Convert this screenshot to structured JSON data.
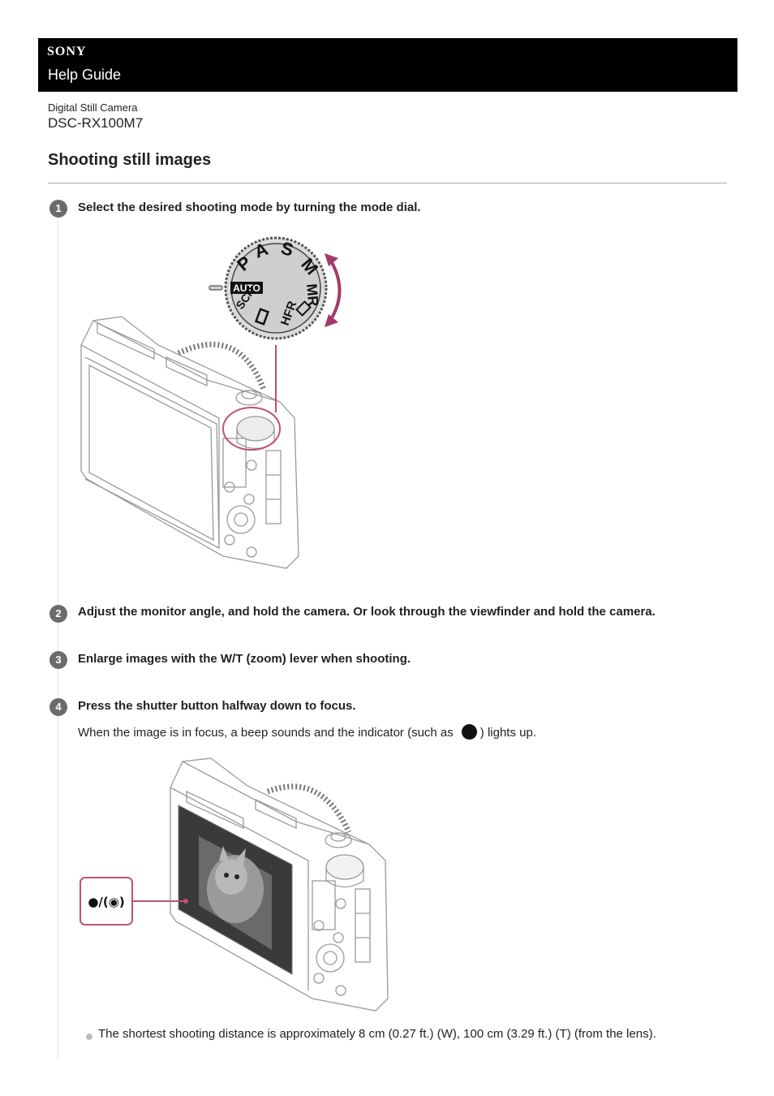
{
  "header": {
    "brand": "SONY",
    "guide": "Help Guide"
  },
  "product": {
    "category": "Digital Still Camera",
    "model": "DSC-RX100M7"
  },
  "page": {
    "title": "Shooting still images"
  },
  "steps": [
    {
      "num": "1",
      "text": "Select the desired shooting mode by turning the mode dial."
    },
    {
      "num": "2",
      "text": "Adjust the monitor angle, and hold the camera. Or look through the viewfinder and hold the camera."
    },
    {
      "num": "3",
      "text": "Enlarge images with the W/T (zoom) lever when shooting."
    },
    {
      "num": "4",
      "text": "Press the shutter button halfway down to focus.",
      "body_before": "When the image is in focus, a beep sounds and the indicator (such as",
      "body_after": ") lights up."
    }
  ],
  "dial": {
    "labels": [
      "AUTO",
      "P",
      "A",
      "S",
      "M",
      "MR",
      "HFR",
      "SCN"
    ]
  },
  "focus_indicator": {
    "label": "●/(◉)"
  },
  "note": "The shortest shooting distance is approximately 8 cm (0.27 ft.) (W), 100 cm (3.29 ft.) (T) (from the lens).",
  "colors": {
    "header_bg": "#000000",
    "accent": "#c0507a",
    "step_badge": "#6b6b6b"
  }
}
